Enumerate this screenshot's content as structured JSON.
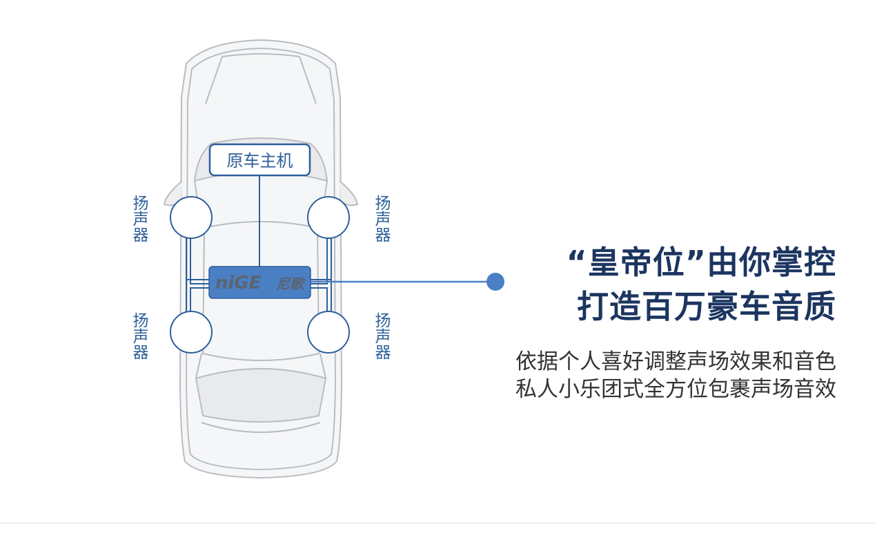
{
  "diagram": {
    "head_unit_label": "原车主机",
    "speakers": [
      {
        "id": "front-left",
        "label": "扬声器"
      },
      {
        "id": "front-right",
        "label": "扬声器"
      },
      {
        "id": "rear-left",
        "label": "扬声器"
      },
      {
        "id": "rear-right",
        "label": "扬声器"
      }
    ],
    "amplifier_logo": {
      "brand_latin": "niGE",
      "brand_cn": "尼歌"
    }
  },
  "headline": {
    "line1": "“皇帝位”由你掌控",
    "line2": "打造百万豪车音质"
  },
  "description": {
    "line1": "依据个人喜好调整声场效果和音色",
    "line2": "私人小乐团式全方位包裹声场音效"
  },
  "colors": {
    "accent_blue": "#4a7fc4",
    "line_blue": "#2c5f99",
    "headline_navy": "#1c3560",
    "text_gray": "#333333"
  }
}
